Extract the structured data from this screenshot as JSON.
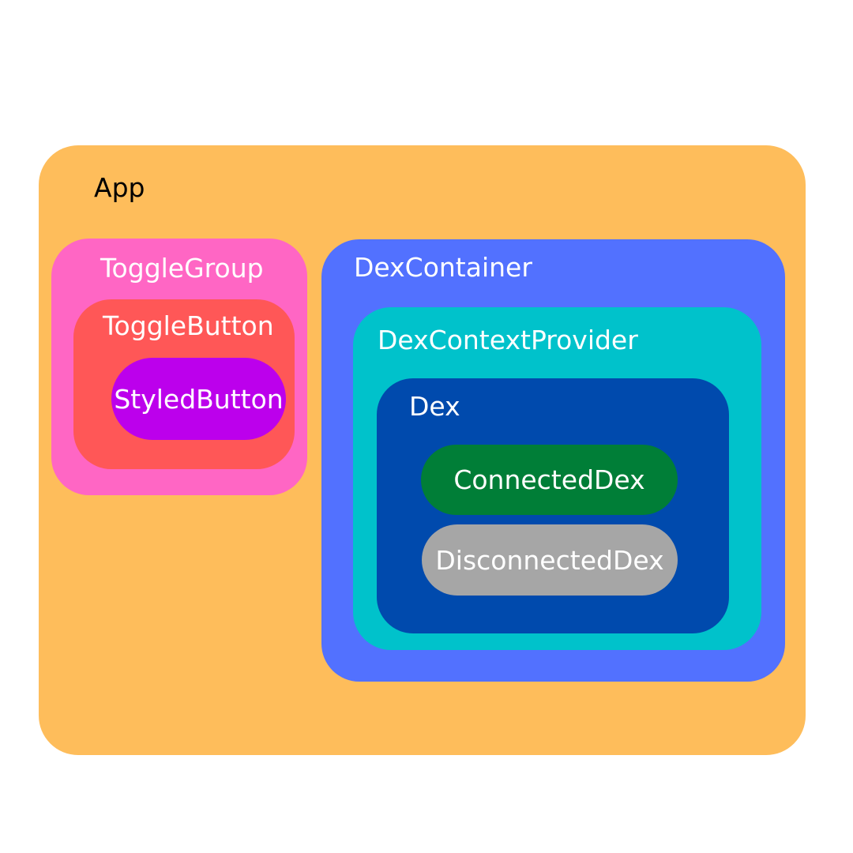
{
  "colors": {
    "app": "#FEBD5B",
    "toggle_group": "#FF66C4",
    "toggle_button": "#FF5757",
    "styled_button": "#BC00EC",
    "dex_container": "#5271FF",
    "dex_context_provider": "#00C2CB",
    "dex": "#004AAD",
    "connected_dex": "#007E37",
    "disconnected_dex": "#A6A6A6"
  },
  "app": {
    "label": "App"
  },
  "toggle_group": {
    "label": "ToggleGroup",
    "toggle_button": {
      "label": "ToggleButton",
      "styled_button": {
        "label": "StyledButton"
      }
    }
  },
  "dex_container": {
    "label": "DexContainer",
    "dex_context_provider": {
      "label": "DexContextProvider",
      "dex": {
        "label": "Dex",
        "connected_dex": {
          "label": "ConnectedDex"
        },
        "disconnected_dex": {
          "label": "DisconnectedDex"
        }
      }
    }
  }
}
